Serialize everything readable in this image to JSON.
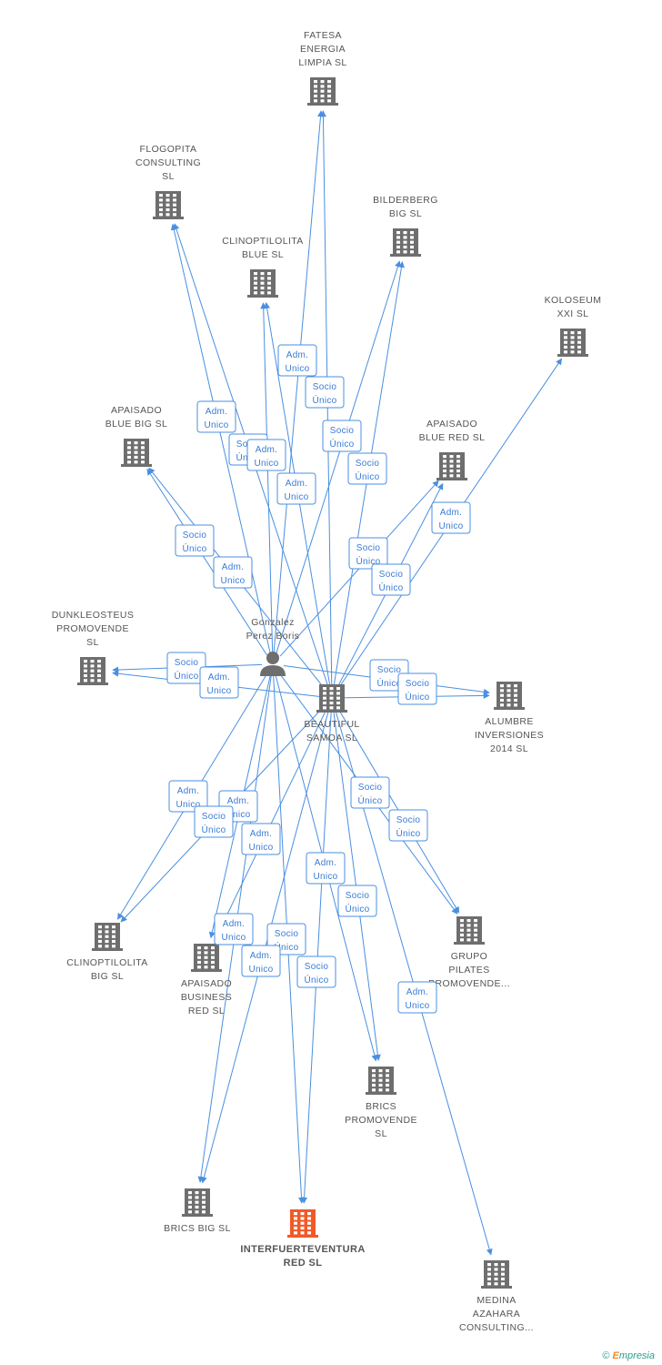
{
  "nodes": [
    {
      "id": "fatesa",
      "type": "company",
      "label": [
        "FATESA",
        "ENERGIA",
        "LIMPIA  SL"
      ]
    },
    {
      "id": "flogopita",
      "type": "company",
      "label": [
        "FLOGOPITA",
        "CONSULTING",
        "SL"
      ]
    },
    {
      "id": "bilderberg",
      "type": "company",
      "label": [
        "BILDERBERG",
        "BIG  SL"
      ]
    },
    {
      "id": "clino_blue",
      "type": "company",
      "label": [
        "CLINOPTILOLITA",
        "BLUE  SL"
      ]
    },
    {
      "id": "koloseum",
      "type": "company",
      "label": [
        "KOLOSEUM",
        "XXI  SL"
      ]
    },
    {
      "id": "apaisado_bb",
      "type": "company",
      "label": [
        "APAISADO",
        "BLUE BIG  SL"
      ]
    },
    {
      "id": "apaisado_br",
      "type": "company",
      "label": [
        "APAISADO",
        "BLUE RED  SL"
      ]
    },
    {
      "id": "dunkleosteus",
      "type": "company",
      "label": [
        "DUNKLEOSTEUS",
        "PROMOVENDE",
        "SL"
      ]
    },
    {
      "id": "gonzalez",
      "type": "person",
      "label": [
        "Gonzalez",
        "Perez Boris"
      ]
    },
    {
      "id": "beautiful",
      "type": "company",
      "label": [
        "BEAUTIFUL",
        "SAMOA SL"
      ]
    },
    {
      "id": "alumbre",
      "type": "company",
      "label": [
        "ALUMBRE",
        "INVERSIONES",
        "2014  SL"
      ]
    },
    {
      "id": "clino_big",
      "type": "company",
      "label": [
        "CLINOPTILOLITA",
        "BIG  SL"
      ]
    },
    {
      "id": "apaisado_bus",
      "type": "company",
      "label": [
        "APAISADO",
        "BUSINESS",
        "RED  SL"
      ]
    },
    {
      "id": "grupo",
      "type": "company",
      "label": [
        "GRUPO",
        "PILATES",
        "PROMOVENDE..."
      ]
    },
    {
      "id": "brics_prom",
      "type": "company",
      "label": [
        "BRICS",
        "PROMOVENDE",
        "SL"
      ]
    },
    {
      "id": "brics_big",
      "type": "company",
      "label": [
        "BRICS BIG  SL"
      ]
    },
    {
      "id": "interfuerte",
      "type": "company",
      "highlight": true,
      "label": [
        "INTERFUERTEVENTURA",
        "RED  SL"
      ]
    },
    {
      "id": "medina",
      "type": "company",
      "label": [
        "MEDINA",
        "AZAHARA",
        "CONSULTING..."
      ]
    }
  ],
  "edge_labels": {
    "adm": [
      "Adm.",
      "Unico"
    ],
    "socio": [
      "Socio",
      "Único"
    ]
  },
  "edges": [
    {
      "from": "gonzalez",
      "to": "fatesa"
    },
    {
      "from": "beautiful",
      "to": "fatesa"
    },
    {
      "from": "gonzalez",
      "to": "flogopita"
    },
    {
      "from": "beautiful",
      "to": "flogopita"
    },
    {
      "from": "gonzalez",
      "to": "bilderberg"
    },
    {
      "from": "beautiful",
      "to": "bilderberg"
    },
    {
      "from": "gonzalez",
      "to": "clino_blue"
    },
    {
      "from": "beautiful",
      "to": "clino_blue"
    },
    {
      "from": "beautiful",
      "to": "koloseum"
    },
    {
      "from": "gonzalez",
      "to": "apaisado_bb"
    },
    {
      "from": "beautiful",
      "to": "apaisado_bb"
    },
    {
      "from": "gonzalez",
      "to": "apaisado_br"
    },
    {
      "from": "beautiful",
      "to": "apaisado_br"
    },
    {
      "from": "gonzalez",
      "to": "dunkleosteus"
    },
    {
      "from": "beautiful",
      "to": "dunkleosteus"
    },
    {
      "from": "gonzalez",
      "to": "alumbre"
    },
    {
      "from": "beautiful",
      "to": "alumbre"
    },
    {
      "from": "gonzalez",
      "to": "clino_big"
    },
    {
      "from": "beautiful",
      "to": "clino_big"
    },
    {
      "from": "gonzalez",
      "to": "apaisado_bus"
    },
    {
      "from": "beautiful",
      "to": "apaisado_bus"
    },
    {
      "from": "gonzalez",
      "to": "grupo"
    },
    {
      "from": "beautiful",
      "to": "grupo"
    },
    {
      "from": "gonzalez",
      "to": "brics_prom"
    },
    {
      "from": "beautiful",
      "to": "brics_prom"
    },
    {
      "from": "gonzalez",
      "to": "brics_big"
    },
    {
      "from": "beautiful",
      "to": "brics_big"
    },
    {
      "from": "gonzalez",
      "to": "interfuerte"
    },
    {
      "from": "beautiful",
      "to": "interfuerte"
    },
    {
      "from": "beautiful",
      "to": "medina"
    }
  ],
  "edge_badges": [
    {
      "kind": "adm"
    },
    {
      "kind": "socio"
    },
    {
      "kind": "adm"
    },
    {
      "kind": "socio"
    },
    {
      "kind": "socio"
    },
    {
      "kind": "adm"
    },
    {
      "kind": "socio"
    },
    {
      "kind": "adm"
    },
    {
      "kind": "socio"
    },
    {
      "kind": "adm"
    },
    {
      "kind": "socio"
    },
    {
      "kind": "socio"
    },
    {
      "kind": "adm"
    },
    {
      "kind": "socio"
    },
    {
      "kind": "adm"
    },
    {
      "kind": "socio"
    },
    {
      "kind": "socio"
    },
    {
      "kind": "adm"
    },
    {
      "kind": "adm"
    },
    {
      "kind": "socio"
    },
    {
      "kind": "adm"
    },
    {
      "kind": "socio"
    },
    {
      "kind": "socio"
    },
    {
      "kind": "adm"
    },
    {
      "kind": "socio"
    },
    {
      "kind": "adm"
    },
    {
      "kind": "socio"
    },
    {
      "kind": "adm"
    },
    {
      "kind": "socio"
    },
    {
      "kind": "adm"
    },
    {
      "kind": "socio"
    },
    {
      "kind": "socio"
    }
  ],
  "colors": {
    "edge": "#4a8fe0",
    "node": "#6e6e6e",
    "highlight_node": "#f05a28",
    "label": "#555555"
  },
  "icons": {
    "company": "building-icon",
    "person": "person-icon"
  },
  "credit": {
    "symbol": "©",
    "brand_first": "E",
    "brand_rest": "mpresia"
  }
}
